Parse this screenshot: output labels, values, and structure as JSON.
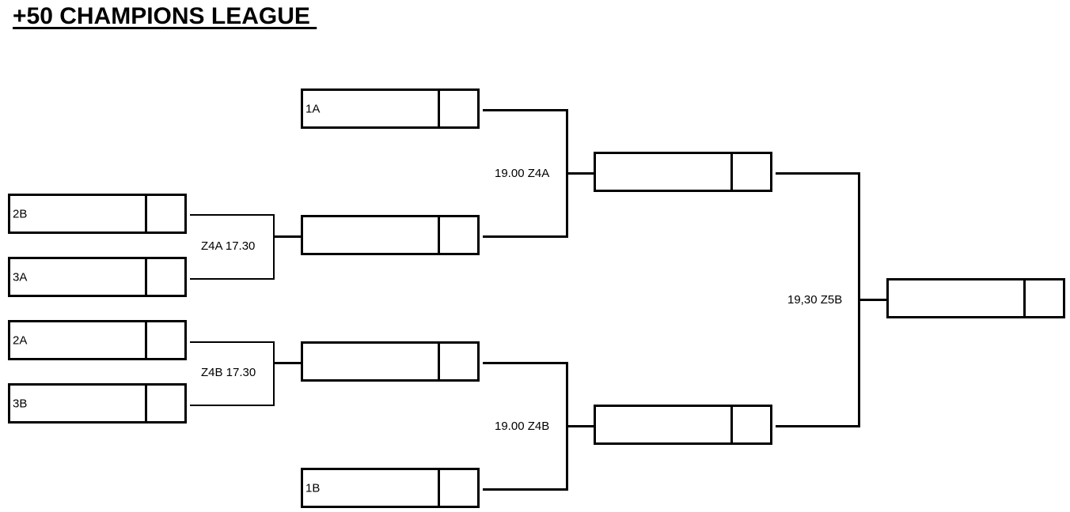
{
  "title": "+50 CHAMPIONS LEAGUE ",
  "slots": {
    "r1_top_a": "2B",
    "r1_top_b": "3A",
    "r1_bot_a": "2A",
    "r1_bot_b": "3B",
    "qf_top_seed": "1A",
    "qf_top_winner": "",
    "qf_bot_winner": "",
    "qf_bot_seed": "1B",
    "sf_top": "",
    "sf_bot": "",
    "final": ""
  },
  "matches": {
    "z4a_r1": "Z4A 17.30",
    "z4b_r1": "Z4B 17.30",
    "z4a_qf": "19.00 Z4A",
    "z4b_qf": "19.00 Z4B",
    "z5b_final": "19,30 Z5B"
  }
}
